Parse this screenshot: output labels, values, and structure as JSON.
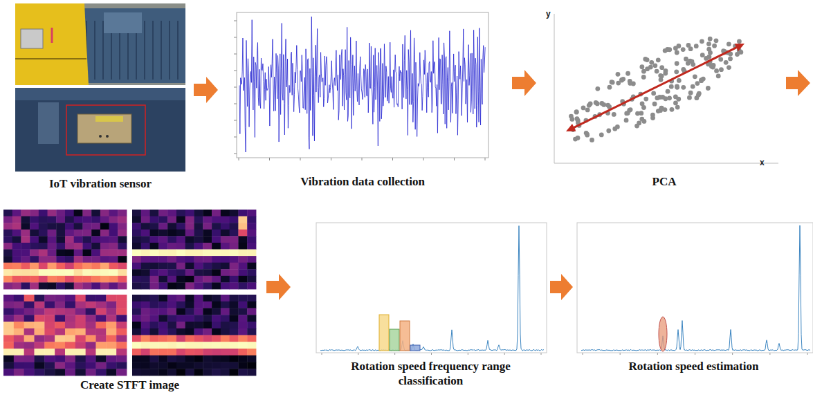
{
  "diagram": {
    "nodes": [
      {
        "text": [
          "IoT vibration sensor"
        ]
      },
      {
        "text": [
          "Vibration data collection"
        ]
      },
      {
        "text": [
          "PCA"
        ]
      },
      {
        "text": [
          "Create STFT image"
        ]
      },
      {
        "text": [
          "Rotation speed frequency range classification"
        ]
      },
      {
        "text": [
          "Rotation speed estimation"
        ]
      }
    ],
    "edges": [
      {
        "from": 0,
        "to": 1,
        "arrow": "to"
      },
      {
        "from": 1,
        "to": 2,
        "arrow": "to"
      },
      {
        "from": 3,
        "to": 4,
        "arrow": "to"
      },
      {
        "from": 4,
        "to": 5,
        "arrow": "to"
      }
    ],
    "labels": [
      "y",
      "x"
    ]
  }
}
